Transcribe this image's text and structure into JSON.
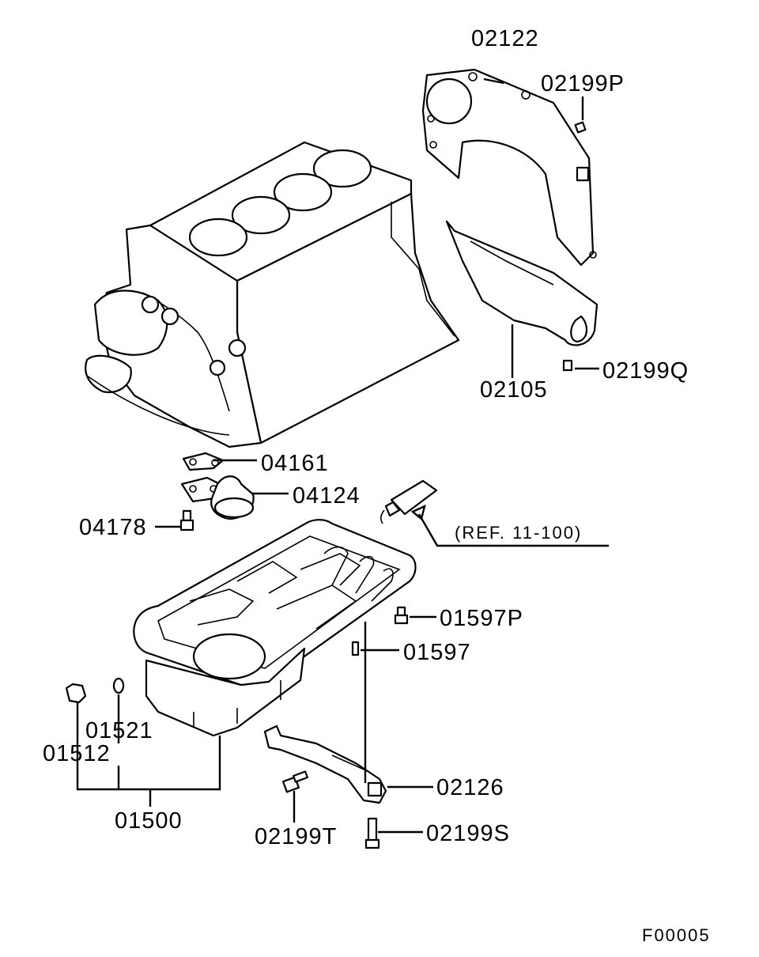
{
  "diagram": {
    "labels": {
      "p02122": "02122",
      "p02199P": "02199P",
      "p02199Q": "02199Q",
      "p02105": "02105",
      "p04161": "04161",
      "p04124": "04124",
      "p04178": "04178",
      "ref": "(REF. 11-100)",
      "p01597P": "01597P",
      "p01597": "01597",
      "p01521": "01521",
      "p01512": "01512",
      "p01500": "01500",
      "p02126": "02126",
      "p02199T": "02199T",
      "p02199S": "02199S"
    },
    "figure_code": "F00005"
  }
}
